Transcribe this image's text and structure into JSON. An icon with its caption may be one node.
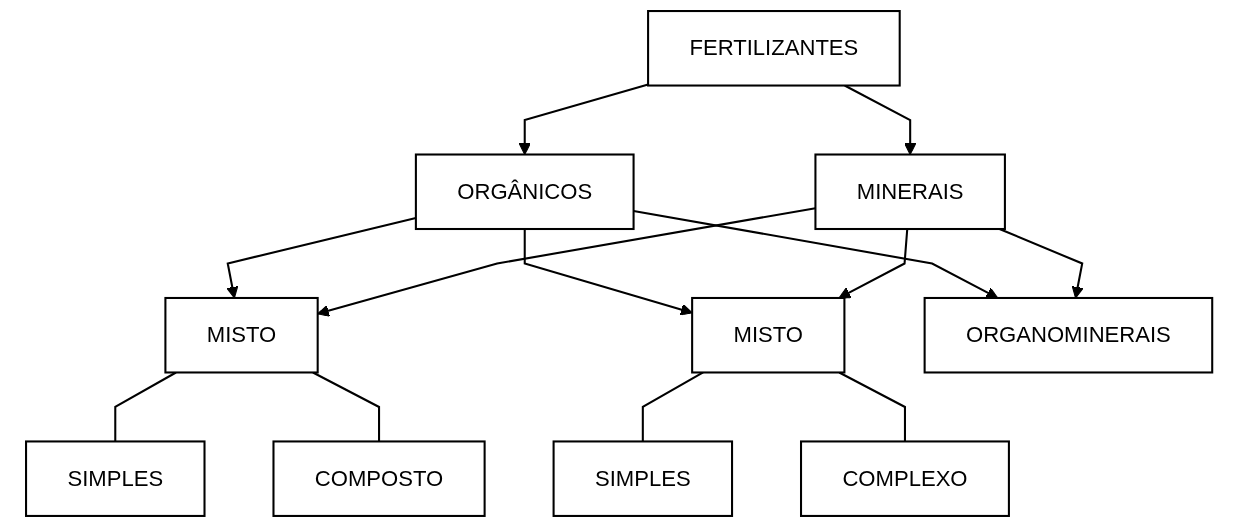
{
  "diagram": {
    "nodes": [
      {
        "text": [
          "FERTILIZANTES"
        ]
      },
      {
        "text": [
          "ORGÂNICOS"
        ]
      },
      {
        "text": [
          "MINERAIS"
        ]
      },
      {
        "text": [
          "SIMPLES"
        ]
      },
      {
        "text": [
          "MISTO"
        ]
      },
      {
        "text": [
          "COMPOSTO"
        ]
      },
      {
        "text": [
          "SIMPLES"
        ]
      },
      {
        "text": [
          "MISTO"
        ]
      },
      {
        "text": [
          "COMPLEXO"
        ]
      },
      {
        "text": [
          "ORGANOMINERAIS"
        ]
      }
    ],
    "edges": [
      {
        "from": 0,
        "to": 1,
        "arrow": "to"
      },
      {
        "from": 0,
        "to": 2,
        "arrow": "to"
      },
      {
        "from": 1,
        "to": 4,
        "arrow": "to"
      },
      {
        "from": 1,
        "to": 9,
        "arrow": "to"
      },
      {
        "from": 1,
        "to": 7,
        "arrow": "to"
      },
      {
        "from": 2,
        "to": 4,
        "arrow": "to"
      },
      {
        "from": 2,
        "to": 9,
        "arrow": "to"
      },
      {
        "from": 2,
        "to": 7,
        "arrow": "to"
      },
      {
        "from": 3,
        "to": 4,
        "arrow": "none"
      },
      {
        "from": 4,
        "to": 5,
        "arrow": "none"
      },
      {
        "from": 6,
        "to": 7,
        "arrow": "none"
      },
      {
        "from": 7,
        "to": 8,
        "arrow": "none"
      }
    ]
  }
}
